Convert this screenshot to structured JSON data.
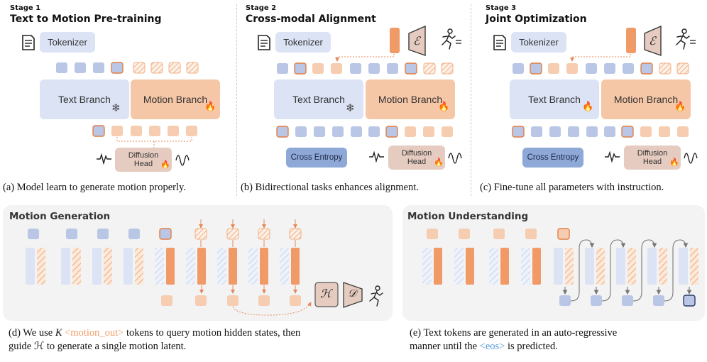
{
  "stages": [
    {
      "label": "Stage 1",
      "title": "Text to Motion Pre-training"
    },
    {
      "label": "Stage 2",
      "title": "Cross-modal Alignment"
    },
    {
      "label": "Stage 3",
      "title": "Joint Optimization"
    }
  ],
  "boxes": {
    "tokenizer": "Tokenizer",
    "text_branch": "Text Branch",
    "motion_branch": "Motion Branch",
    "diffusion_line1": "Diffusion",
    "diffusion_line2": "Head",
    "cross_entropy": "Cross Entropy"
  },
  "symbols": {
    "encoder": "ℰ",
    "head": "ℋ",
    "decoder": "𝒟"
  },
  "captions": {
    "a": "(a) Model learn to generate motion properly.",
    "b": "(b) Bidirectional tasks enhances alignment.",
    "c": "(c) Fine-tune all parameters with instruction.",
    "d_part1": "(d) We use ",
    "d_k": "K",
    "d_token": "<motion_out>",
    "d_part2": " tokens to query motion hidden states, then",
    "d_line2_part1": "guide ",
    "d_h": "ℋ",
    "d_line2_part2": " to generate a single motion latent.",
    "e_line1": "(e) Text tokens are generated in an auto-regressive",
    "e_line2_part1": "manner until the ",
    "e_eos": "<eos>",
    "e_line2_part2": " is predicted."
  },
  "panels": {
    "generation_title": "Motion Generation",
    "understanding_title": "Motion Understanding"
  },
  "colors": {
    "text_token": "#b9c6e6",
    "motion_token": "#f6cdb0",
    "outline_orange": "#e27f45",
    "motion_bar": "#f09a68",
    "text_bar": "#dbe3f5",
    "arrow_orange": "#e8875a",
    "arrow_gray": "#777777"
  },
  "icons": [
    "document-icon",
    "snowflake-icon",
    "flame-icon",
    "waveform-icon",
    "wave-icon",
    "encoder-icon",
    "running-person-icon",
    "decoder-icon"
  ]
}
